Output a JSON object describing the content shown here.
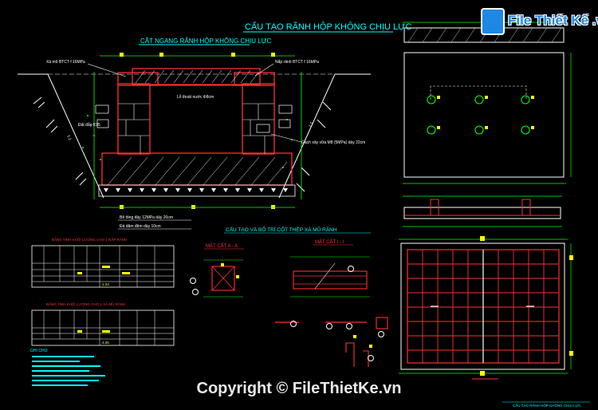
{
  "title": "CẤU TẠO RÃNH HỘP KHÔNG CHỊU LỰC",
  "section": {
    "heading": "CẮT NGANG RÃNH HỘP KHÔNG CHỊU LỰC",
    "label_beam": "Xà mũ BTCT f 16MPa",
    "label_cover": "Nắp rãnh BTCT f 16MPa",
    "label_hole": "Lỗ thoát nước Φ8cm",
    "label_fill": "Đất đắp K95",
    "label_wall": "Gạch xây vữa M8 (5MPa) dày 22cm",
    "label_base": "Bê tông đáy 12MPa dày 20cm",
    "label_sub": "Đá dăm đệm dày 10cm",
    "slope": "1:1"
  },
  "rebar": {
    "heading": "CẤU TẠO VÀ BỐ TRÍ CỐT THÉP XÀ MŨ RÃNH",
    "cut_a": "MẶT CẮT A - A",
    "cut_1": "MẶT CẮT I - I"
  },
  "tables": {
    "t1_title": "BẢNG TÍNH KHỐI LƯỢNG CHO 1 NẮP RÃNH",
    "t2_title": "BẢNG TÍNH KHỐI LƯỢNG CHO 1 XÀ MŨ RÃNH",
    "t1_total": "1.23",
    "t2_total": "4.26"
  },
  "notes": {
    "heading": "GHI CHÚ:"
  },
  "caption_bottom": "CẤU TẠO RÃNH HỘP KHÔNG CHỊU LỰC",
  "logo_text": "File Thiết Kế .vn",
  "copyright": "Copyright © FileThietKe.vn",
  "colors": {
    "background": "#000000",
    "title": "#00ffff",
    "outline": "#ff3030",
    "dimension": "#00ff00",
    "label": "#ffff00",
    "line": "#ffffff",
    "logo": "#1e88e5"
  }
}
